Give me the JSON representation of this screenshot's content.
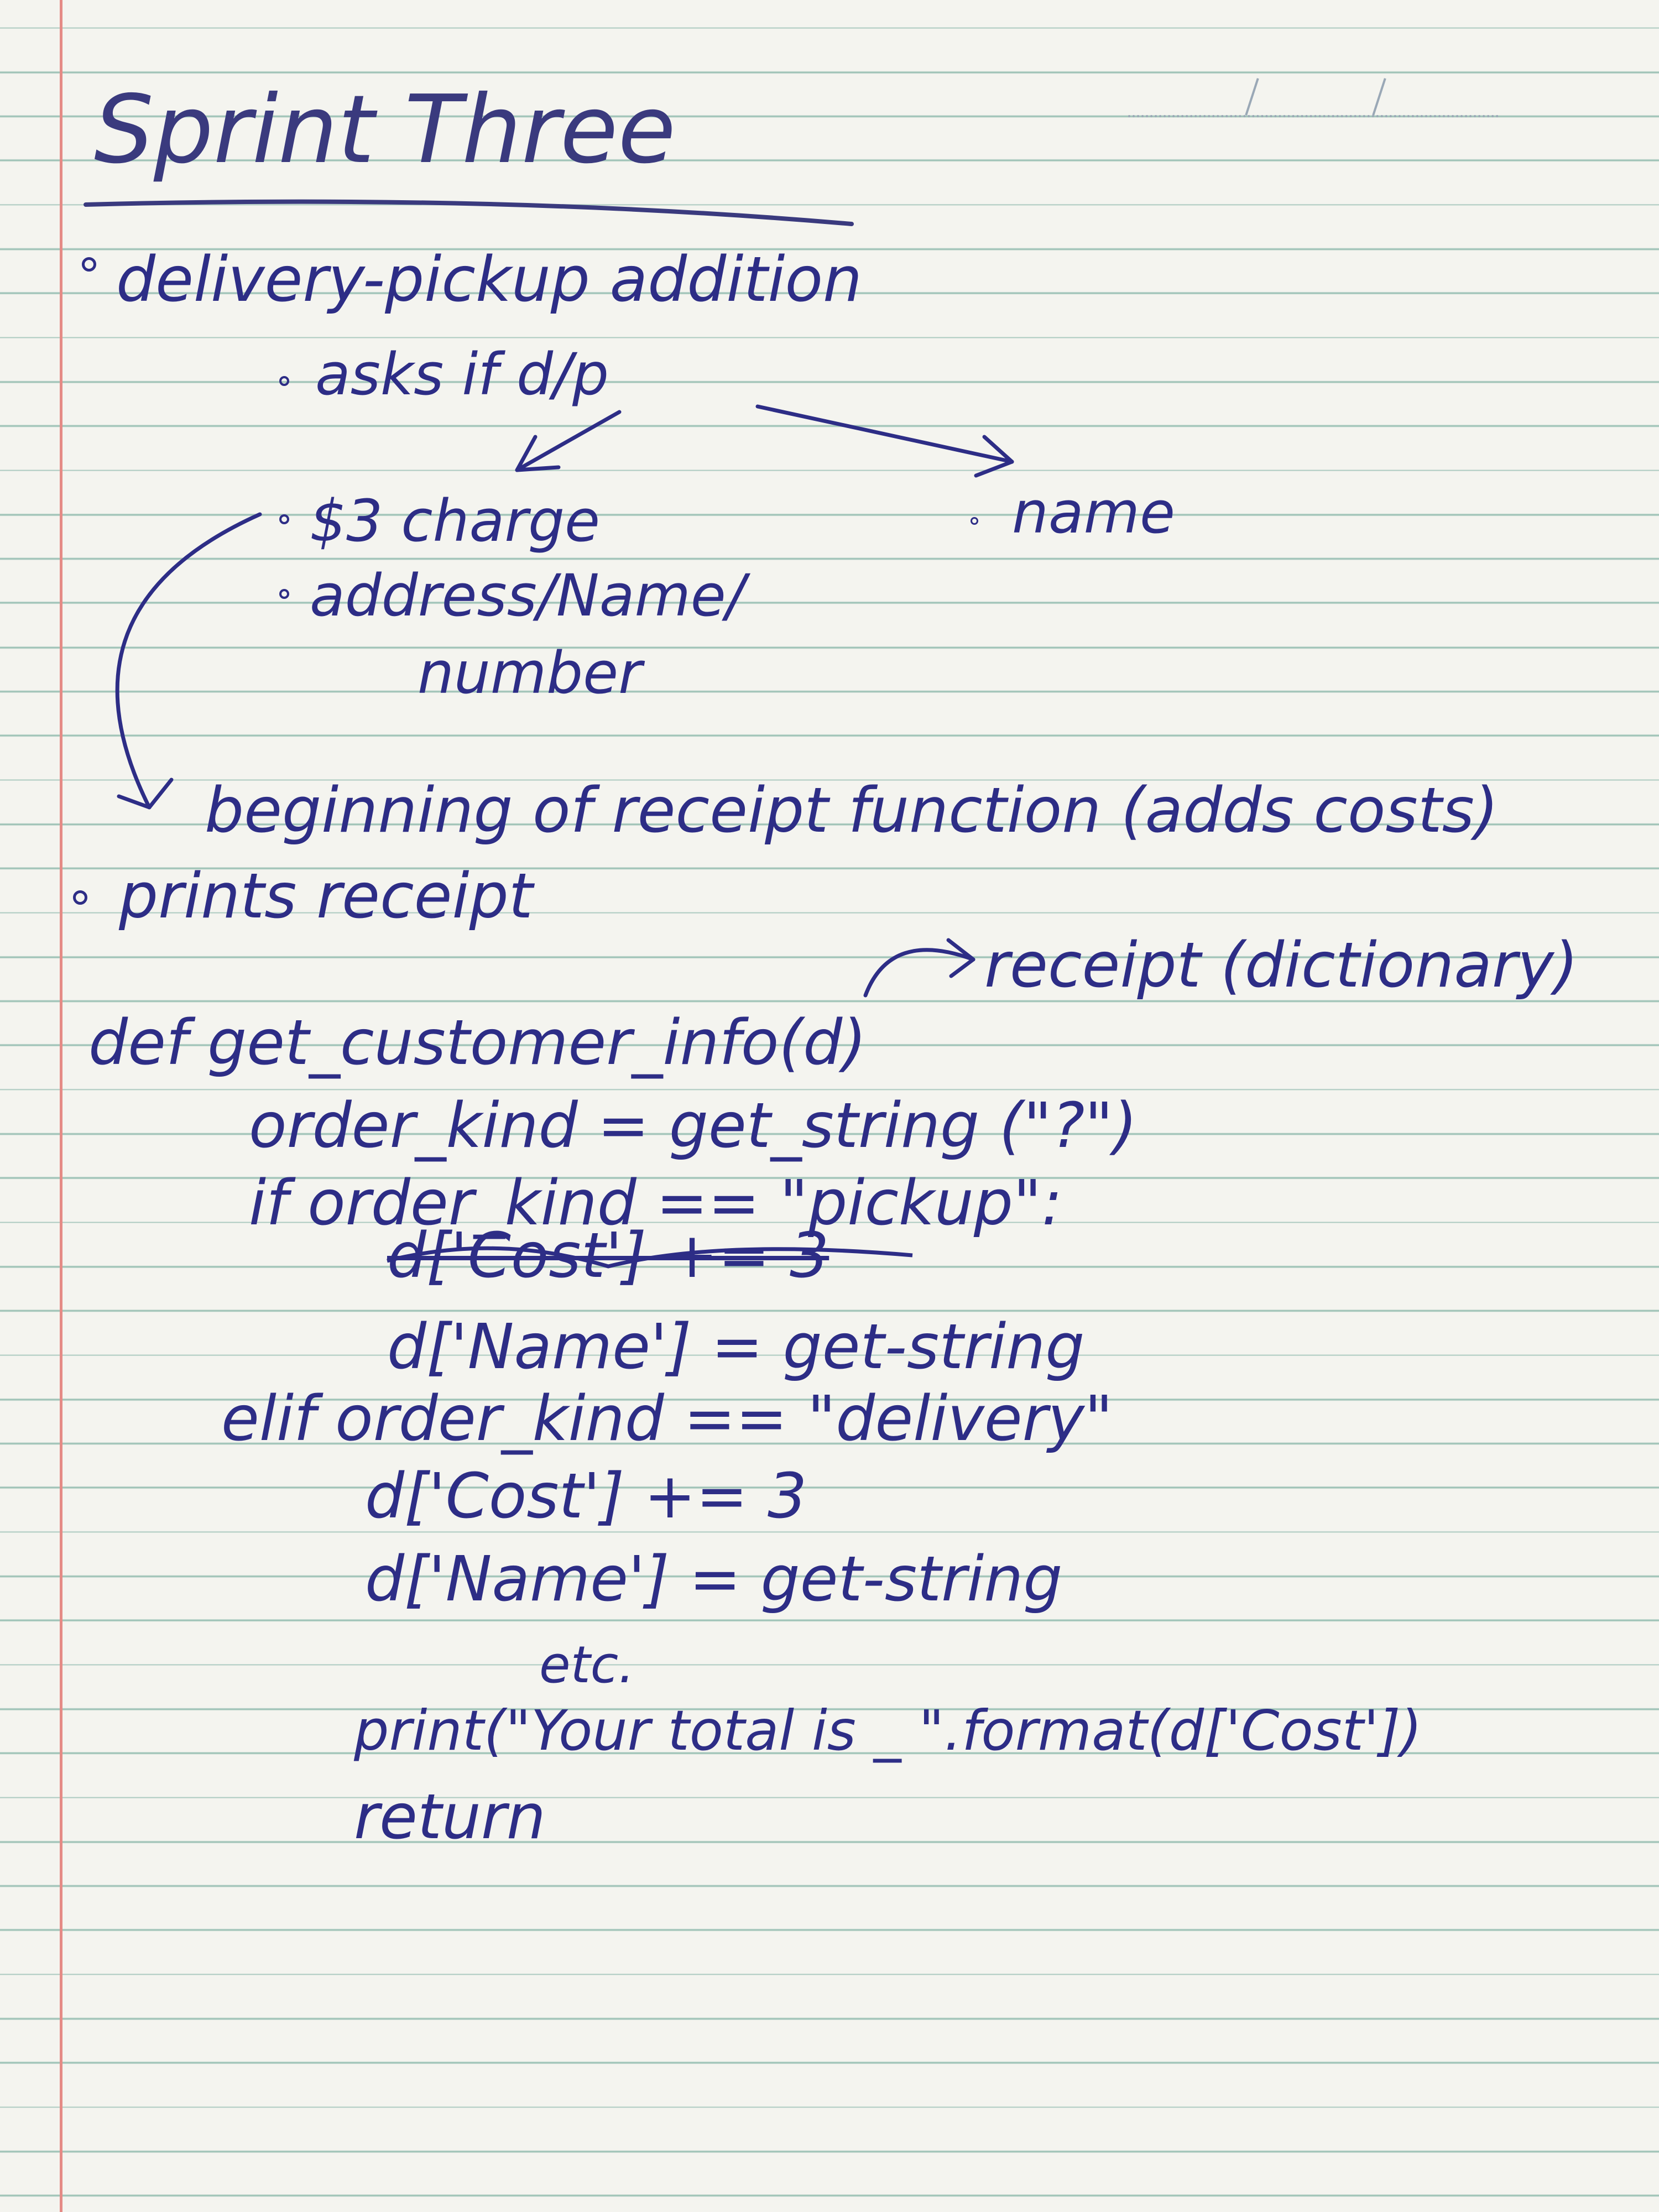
{
  "notes": {
    "title": "Sprint Three",
    "bullets": {
      "delivery": "delivery-pickup addition",
      "asks": "asks if d/p",
      "charge": "$3 charge",
      "address": "address/Name/",
      "number": "number",
      "name": "name",
      "receipt_begin": "beginning of receipt function (adds costs)",
      "prints": "prints receipt",
      "receipt_dict": "receipt (dictionary)"
    },
    "code": {
      "line1": "def get_customer_info(d)",
      "line2": "order_kind = get_string (\"?\")",
      "line3": "if order_kind == \"pickup\":",
      "line4_struck": "d['Cost'] += 3",
      "line5": "d['Name'] = get-string",
      "line6": "elif order_kind == \"delivery\"",
      "line7": "d['Cost'] += 3",
      "line8": "d['Name'] = get-string",
      "line9": "etc.",
      "line10": "print(\"Your total is _ \".format(d['Cost'])",
      "line11": "return"
    }
  }
}
